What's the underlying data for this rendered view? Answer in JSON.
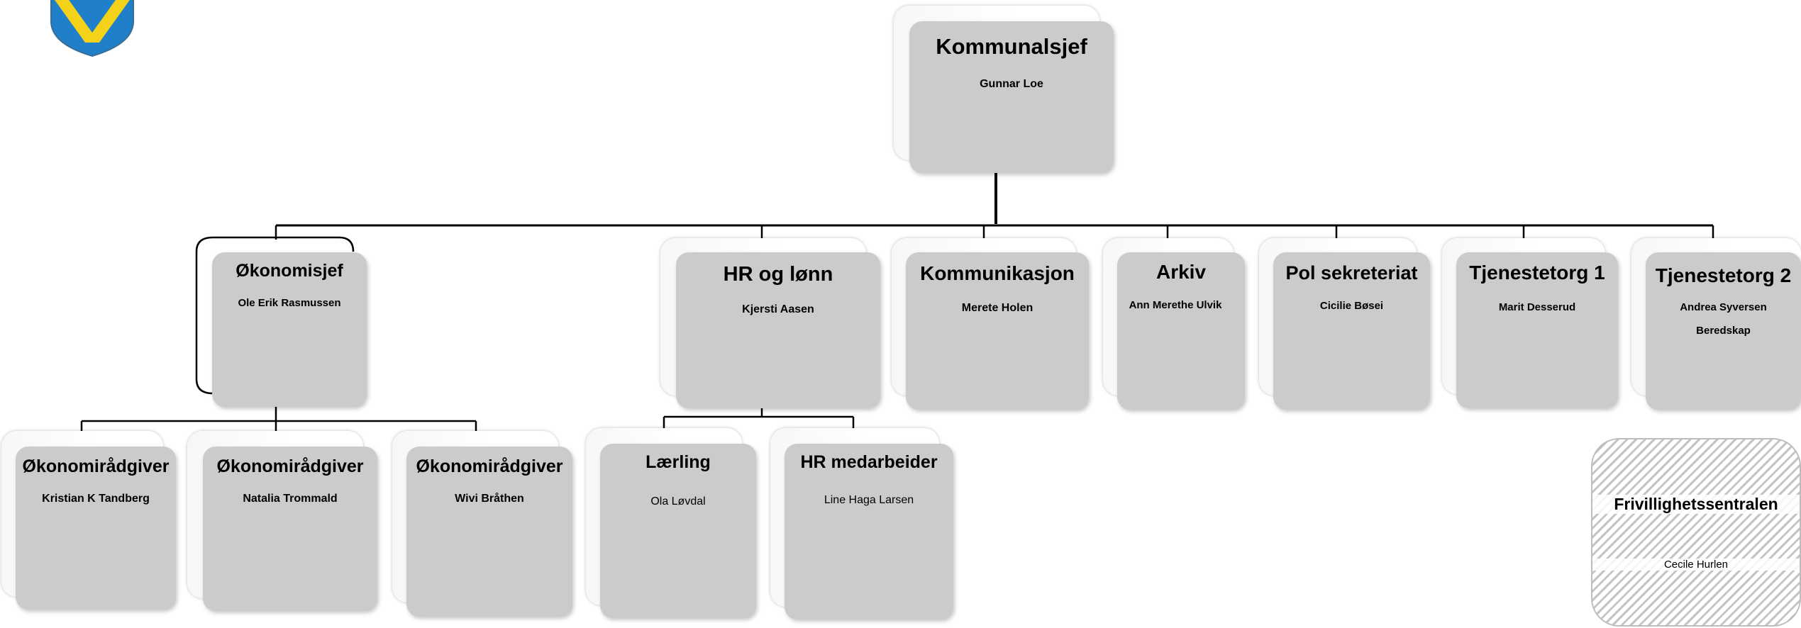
{
  "crest_colors": {
    "yellow": "#f4d21a",
    "blue": "#1f7fc9"
  },
  "line_color": "#000000",
  "top": {
    "title": "Kommunalsjef",
    "person": "Gunnar Loe"
  },
  "level2": [
    {
      "title": "Økonomisjef",
      "person": "Ole Erik Rasmussen"
    },
    {
      "title": "HR og lønn",
      "person": "Kjersti Aasen"
    },
    {
      "title": "Kommunikasjon",
      "person": "Merete Holen"
    },
    {
      "title": "Arkiv",
      "person": "Ann Merethe Ulvik"
    },
    {
      "title": "Pol sekreteriat",
      "person": "Cicilie Bøsei"
    },
    {
      "title": "Tjenestetorg 1",
      "person": "Marit Desserud"
    },
    {
      "title": "Tjenestetorg 2",
      "person": "Andrea Syversen",
      "person2": "Beredskap"
    }
  ],
  "economy_team": [
    {
      "title": "Økonomirådgiver",
      "person": "Kristian K Tandberg"
    },
    {
      "title": "Økonomirådgiver",
      "person": "Natalia Trommald"
    },
    {
      "title": "Økonomirådgiver",
      "person": "Wivi Bråthen"
    }
  ],
  "hr_team": [
    {
      "title": "Lærling",
      "person": "Ola Løvdal"
    },
    {
      "title": "HR medarbeider",
      "person": "Line Haga Larsen"
    }
  ],
  "volunteer": {
    "title": "Frivillighetssentralen",
    "person": "Cecile Hurlen"
  }
}
